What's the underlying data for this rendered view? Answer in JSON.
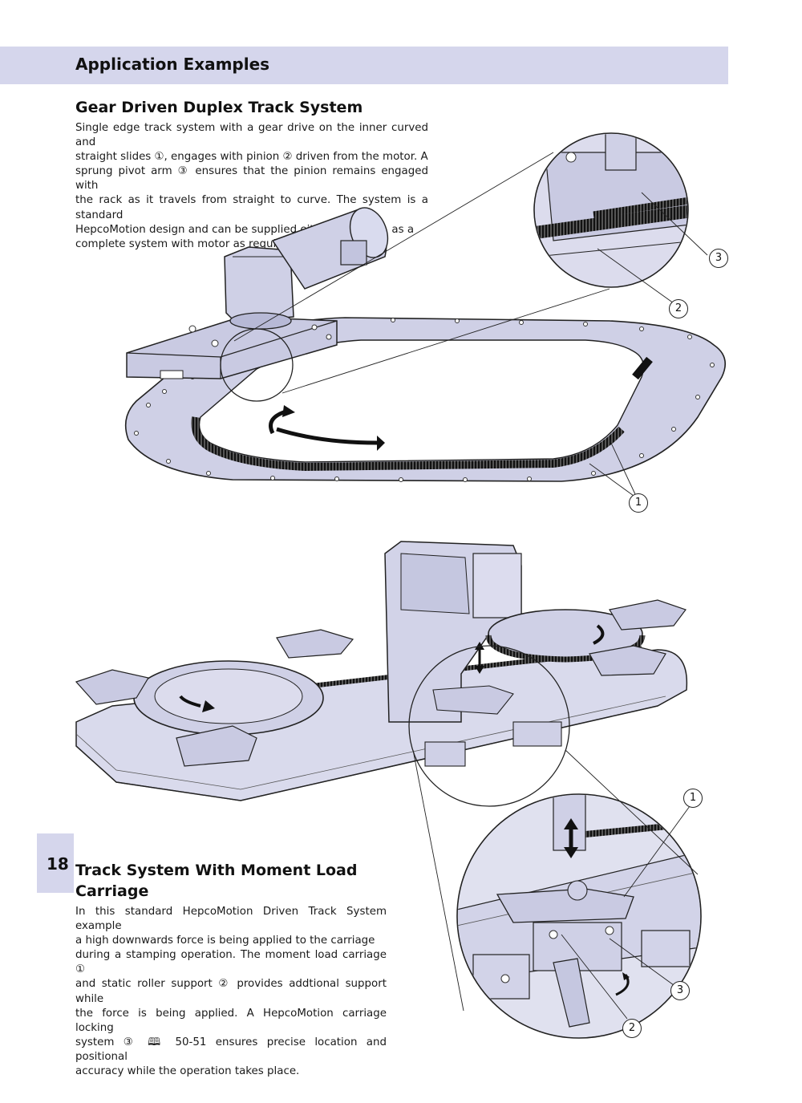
{
  "header": {
    "title": "Application Examples"
  },
  "section1": {
    "title": "Gear Driven Duplex Track System",
    "lines": [
      "Single edge track system with a gear drive on the inner curved and",
      "straight slides ①, engages with pinion ② driven from the motor. A",
      "sprung pivot arm ③ ensures that the pinion remains engaged with",
      "the rack as it travels from straight to curve. The system is a standard",
      "HepcoMotion design and can be supplied either in part or, as a",
      "complete system with motor as required."
    ],
    "callouts": [
      "3",
      "2",
      "1"
    ]
  },
  "section2": {
    "title_line1": "Track System With Moment Load",
    "title_line2": "Carriage",
    "lines": [
      "In this standard HepcoMotion Driven Track System example",
      "a high downwards force is being applied to the carriage",
      "during a stamping operation. The moment load carriage ①",
      "and static roller support ② provides addtional support while",
      "the force is being applied. A HepcoMotion carriage locking",
      "system ③ 🕮 50-51 ensures precise location and positional",
      "accuracy while the operation takes place."
    ],
    "callouts": [
      "1",
      "3",
      "2"
    ]
  },
  "footer": {
    "page_number": "18"
  },
  "colors": {
    "band": "#d5d6ec",
    "metal": "#cfd0e6",
    "metal_dark": "#b7b9d6",
    "line": "#222222"
  }
}
